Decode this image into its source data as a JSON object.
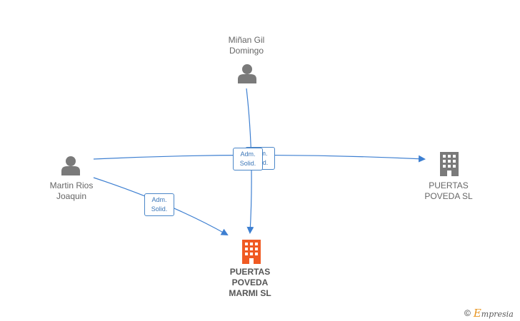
{
  "nodes": {
    "minan": {
      "label": "Miñan Gil\nDomingo",
      "type": "person"
    },
    "martin": {
      "label": "Martin Rios\nJoaquin",
      "type": "person"
    },
    "poveda": {
      "label": "PUERTAS\nPOVEDA  SL",
      "type": "company"
    },
    "marmi": {
      "label": "PUERTAS\nPOVEDA\nMARMI  SL",
      "type": "company-main"
    }
  },
  "edges": [
    {
      "from": "minan",
      "to": "marmi",
      "label": "Adm.\nSolid."
    },
    {
      "from": "martin",
      "to": "poveda",
      "label": "Adm.\nSolid."
    },
    {
      "from": "martin",
      "to": "marmi",
      "label": "Adm.\nSolid."
    }
  ],
  "colors": {
    "edge": "#3d7fd1",
    "person": "#7a7a7a",
    "company": "#7a7a7a",
    "main": "#f05a23"
  },
  "watermark": {
    "copyright": "©",
    "brand": "mpresia",
    "brand_initial": "E"
  }
}
